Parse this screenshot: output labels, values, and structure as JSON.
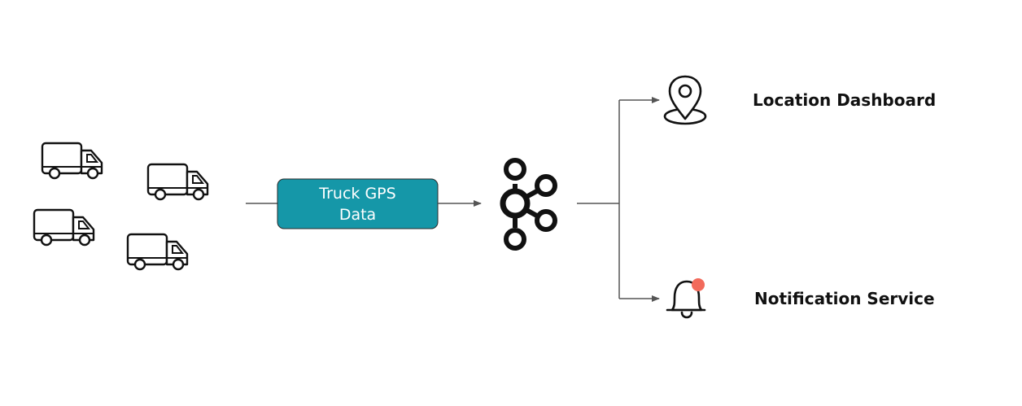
{
  "stream": {
    "label_line1": "Truck GPS",
    "label_line2": "Data",
    "fill_color": "#1597a8"
  },
  "consumers": {
    "location_dashboard": "Location Dashboard",
    "notification_service": "Notification Service"
  },
  "icons": {
    "producers": "truck-icon",
    "broker": "kafka-logo-icon",
    "dashboard": "map-pin-icon",
    "notification": "bell-icon"
  },
  "colors": {
    "notification_dot": "#f26a5b",
    "connector": "#555555"
  }
}
